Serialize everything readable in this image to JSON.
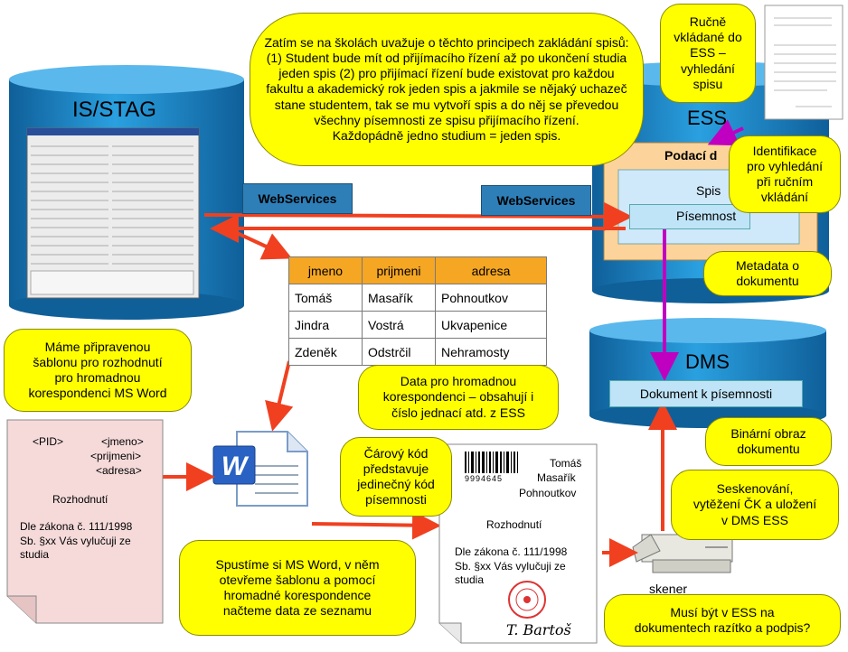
{
  "isstag": {
    "title": "IS/STAG",
    "webservices": "WebServices"
  },
  "ess": {
    "title": "ESS",
    "webservices": "WebServices",
    "podaci": "Podací d",
    "spis": "Spis",
    "pisemnost": "Písemnost"
  },
  "dms": {
    "title": "DMS",
    "dokument": "Dokument k písemnosti"
  },
  "table": {
    "headers": [
      "jmeno",
      "prijmeni",
      "adresa"
    ],
    "rows": [
      [
        "Tomáš",
        "Masařík",
        "Pohnoutkov"
      ],
      [
        "Jindra",
        "Vostrá",
        "Ukvapenice"
      ],
      [
        "Zdeněk",
        "Odstrčil",
        "Nehramosty"
      ]
    ]
  },
  "callouts": {
    "top": "Zatím se na školách uvažuje o těchto principech zakládání spisů: (1) Student bude mít od přijímacího řízení až po ukončení studia jeden spis (2) pro přijímací řízení bude existovat pro každou fakultu a akademický rok jeden spis a jakmile se nějaký uchazeč stane studentem, tak se mu vytvoří spis a do něj se převedou všechny písemnosti ze spisu přijímacího řízení.\nKaždopádně jedno studium = jeden spis.",
    "rucne": "Ručně\nvkládané do\nESS –\nvyhledání\nspisu",
    "identifikace": "Identifikace\npro vyhledání\npři ručním\nvkládání",
    "metadata": "Metadata o\ndokumentu",
    "sablona": "Máme připravenou\nšablonu pro rozhodnutí\npro hromadnou\nkorespondenci MS Word",
    "data": "Data pro hromadnou\nkorespondenci – obsahují i\nčíslo jednací atd. z ESS",
    "carovy": "Čárový kód\npředstavuje\njedinečný kód\npísemnosti",
    "binarni": "Binární obraz\ndokumentu",
    "sken": "Seskenování,\nvytěžení ČK a uložení\nv DMS ESS",
    "word": "Spustíme si MS Word, v něm\notevřeme šablonu a pomocí\nhromadné korespondence\nnačteme data ze seznamu",
    "razitko": "Musí být v ESS na\ndokumentech razítko a podpis?"
  },
  "template_doc": {
    "pid": "<PID>",
    "f1": "<jmeno>",
    "f2": "<prijmeni>",
    "f3": "<adresa>",
    "title": "Rozhodnutí",
    "body": "Dle zákona č. 111/1998\nSb. §xx Vás vylučuji ze\nstudia"
  },
  "final_doc": {
    "barcode": "9994645",
    "name": "Tomáš",
    "surname": "Masařík",
    "city": "Pohnoutkov",
    "title": "Rozhodnutí",
    "body": "Dle zákona č. 111/1998\nSb. §xx Vás vylučuji ze\nstudia",
    "signature": "T. Bartoš"
  },
  "scanner": {
    "label": "skener"
  },
  "colors": {
    "cylinder": "#1e88c8",
    "callout": "#ffff00",
    "arrow": "#f04020",
    "magenta": "#c000c0",
    "paper": "#f6dada",
    "table_header": "#f5a623"
  }
}
